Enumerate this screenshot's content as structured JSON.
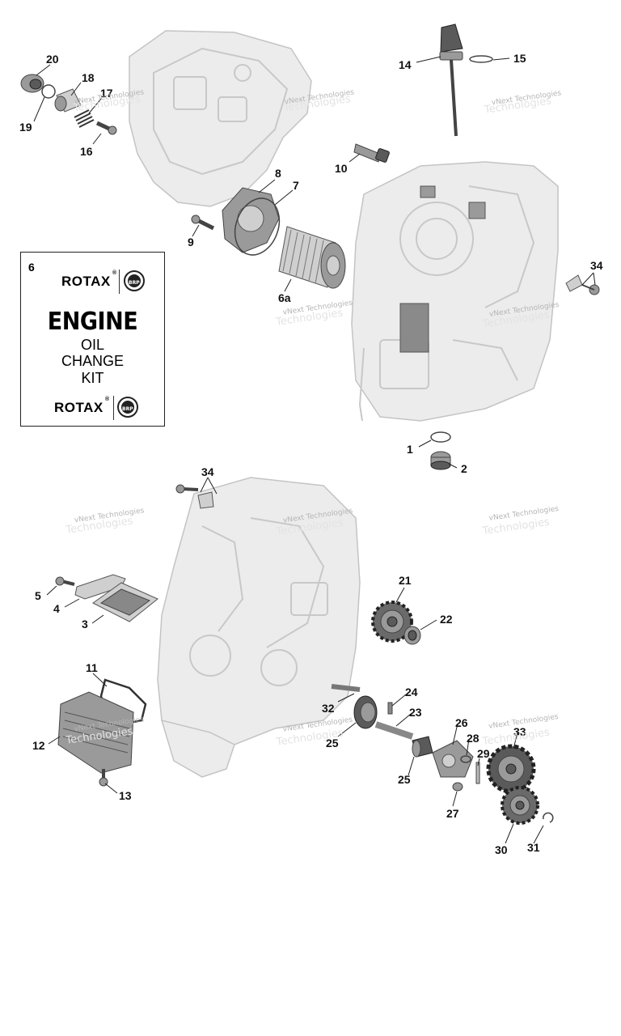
{
  "callouts": {
    "c1": "1",
    "c2": "2",
    "c3": "3",
    "c4": "4",
    "c5": "5",
    "c6a": "6a",
    "c7": "7",
    "c8": "8",
    "c9": "9",
    "c10": "10",
    "c11": "11",
    "c12": "12",
    "c13": "13",
    "c14": "14",
    "c15": "15",
    "c16": "16",
    "c17": "17",
    "c18": "18",
    "c19": "19",
    "c20": "20",
    "c21": "21",
    "c22": "22",
    "c23": "23",
    "c24": "24",
    "c25a": "25",
    "c25b": "25",
    "c26": "26",
    "c27": "27",
    "c28": "28",
    "c29": "29",
    "c30": "30",
    "c31": "31",
    "c32": "32",
    "c33": "33",
    "c34a": "34",
    "c34b": "34"
  },
  "kit": {
    "number": "6",
    "brand": "ROTAX",
    "brand_mark": "®",
    "badge": "BRP",
    "title": "ENGINE",
    "line1": "OIL",
    "line2": "CHANGE",
    "line3": "KIT"
  },
  "watermark": {
    "text": "vNext Technologies",
    "shadow": "Technologies"
  }
}
